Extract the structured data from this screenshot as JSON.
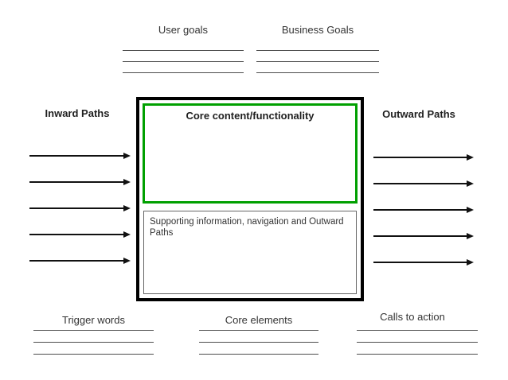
{
  "colors": {
    "background": "#ffffff",
    "outer_box_border": "#000000",
    "core_box_border": "#00a000",
    "supporting_box_border": "#666666",
    "arrow": "#111111",
    "blank_line": "#4d4d4d",
    "label_text": "#333333",
    "bold_text": "#1f1f1f"
  },
  "top": {
    "user_goals": {
      "label": "User goals",
      "line_count": 3
    },
    "business_goals": {
      "label": "Business Goals",
      "line_count": 3
    }
  },
  "left": {
    "label": "Inward Paths",
    "arrow_count": 5
  },
  "right": {
    "label": "Outward Paths",
    "arrow_count": 5
  },
  "center": {
    "core_label": "Core content/functionality",
    "supporting_label": "Supporting information, navigation and Outward Paths"
  },
  "bottom": {
    "trigger_words": {
      "label": "Trigger words",
      "line_count": 3
    },
    "core_elements": {
      "label": "Core elements",
      "line_count": 3
    },
    "calls_to_action": {
      "label": "Calls to action",
      "line_count": 3
    }
  }
}
